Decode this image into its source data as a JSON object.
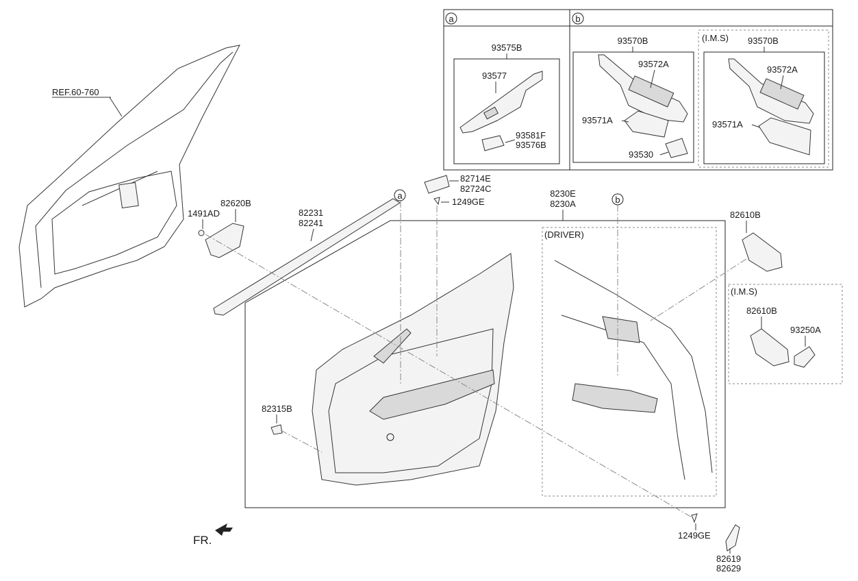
{
  "callout_a": "a",
  "callout_b": "b",
  "ref_label": "REF.60-760",
  "labels": {
    "p1491ad": "1491AD",
    "p82620b": "82620B",
    "p82231": "82231",
    "p82241": "82241",
    "p82714e": "82714E",
    "p82724c": "82724C",
    "p1249ge_top": "1249GE",
    "p8230e": "8230E",
    "p8230a": "8230A",
    "p82610b": "82610B",
    "p82610b_ims": "82610B",
    "p93250a": "93250A",
    "p82315b": "82315B",
    "p1249ge_bottom": "1249GE",
    "p82619": "82619",
    "p82629": "82629",
    "p93575b": "93575B",
    "p93577": "93577",
    "p93581f": "93581F",
    "p93576b": "93576B",
    "p93570b": "93570B",
    "p93572a": "93572A",
    "p93571a": "93571A",
    "p93530": "93530",
    "p93570b_ims": "93570B",
    "p93572a_ims": "93572A",
    "p93571a_ims": "93571A"
  },
  "ims_label": "(I.M.S)",
  "driver_label": "(DRIVER)",
  "fr_label": "FR."
}
